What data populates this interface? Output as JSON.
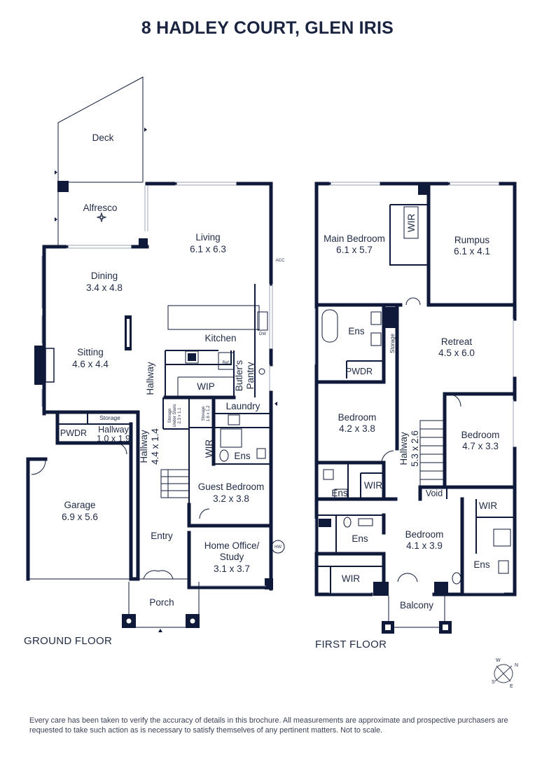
{
  "title": "8 HADLEY COURT, GLEN IRIS",
  "floors": {
    "ground_label": "GROUND FLOOR",
    "first_label": "FIRST FLOOR"
  },
  "ground_rooms": {
    "deck": "Deck",
    "alfresco": "Alfresco",
    "living": "Living",
    "living_dim": "6.1 x 6.3",
    "acc": "ACC",
    "dining": "Dining",
    "dining_dim": "3.4 x 4.8",
    "sitting": "Sitting",
    "sitting_dim": "4.6 x 4.4",
    "kitchen": "Kitchen",
    "ref": "Ref.",
    "dw": "DW",
    "wip": "WIP",
    "butlers1": "Butler's",
    "butlers2": "Pantry",
    "hallway_upper": "Hallway",
    "laundry": "Laundry",
    "storage_small": "Storage",
    "storage_small_dim": "1.6 x 1.2",
    "storage_under1": "Storage",
    "storage_under2": "Under Stairs",
    "storage_under_dim": "2.3 x 1.1",
    "pwdr": "PWDR",
    "storage": "Storage",
    "hallway_small": "Hallway",
    "hallway_small_dim": "1.0 x 1.9",
    "hallway_main": "Hallway",
    "hallway_main_dim": "4.4 x 1.4",
    "wir": "WIR",
    "ens": "Ens",
    "garage": "Garage",
    "garage_dim": "6.9 x 5.6",
    "guest_bedroom": "Guest Bedroom",
    "guest_bedroom_dim": "3.2 x 3.8",
    "entry": "Entry",
    "office1": "Home Office/",
    "office2": "Study",
    "office_dim": "3.1 x 3.7",
    "hw": "HW",
    "porch": "Porch"
  },
  "first_rooms": {
    "wir_top": "WIR",
    "main_bedroom": "Main Bedroom",
    "main_bedroom_dim": "6.1 x 5.7",
    "rumpus": "Rumpus",
    "rumpus_dim": "6.1 x 4.1",
    "ens_main": "Ens",
    "pwdr": "PWDR",
    "storage": "Storage",
    "retreat": "Retreat",
    "retreat_dim": "4.5 x 6.0",
    "bedroom_left": "Bedroom",
    "bedroom_left_dim": "4.2 x 3.8",
    "hallway": "Hallway",
    "hallway_dim": "5.3 x 2.6",
    "bedroom_right": "Bedroom",
    "bedroom_right_dim": "4.7 x 3.3",
    "ens_left": "Ens",
    "wir_left": "WIR",
    "void": "Void",
    "wir_right": "WIR",
    "ens_lower": "Ens",
    "bedroom_lower": "Bedroom",
    "bedroom_lower_dim": "4.1 x 3.9",
    "ens_right": "Ens",
    "wir_bottom": "WIR",
    "balcony": "Balcony"
  },
  "compass": {
    "n": "N",
    "e": "E",
    "s": "S",
    "w": "W"
  },
  "disclaimer": "Every care has been taken to verify the accuracy of details in this brochure. All measurements are approximate and prospective purchasers are requested to take such action as is necessary to satisfy themselves of any pertinent matters. Not to scale.",
  "colors": {
    "wall": "#0f1a3a",
    "text": "#1f2a44",
    "window": "#9aa3b8"
  }
}
